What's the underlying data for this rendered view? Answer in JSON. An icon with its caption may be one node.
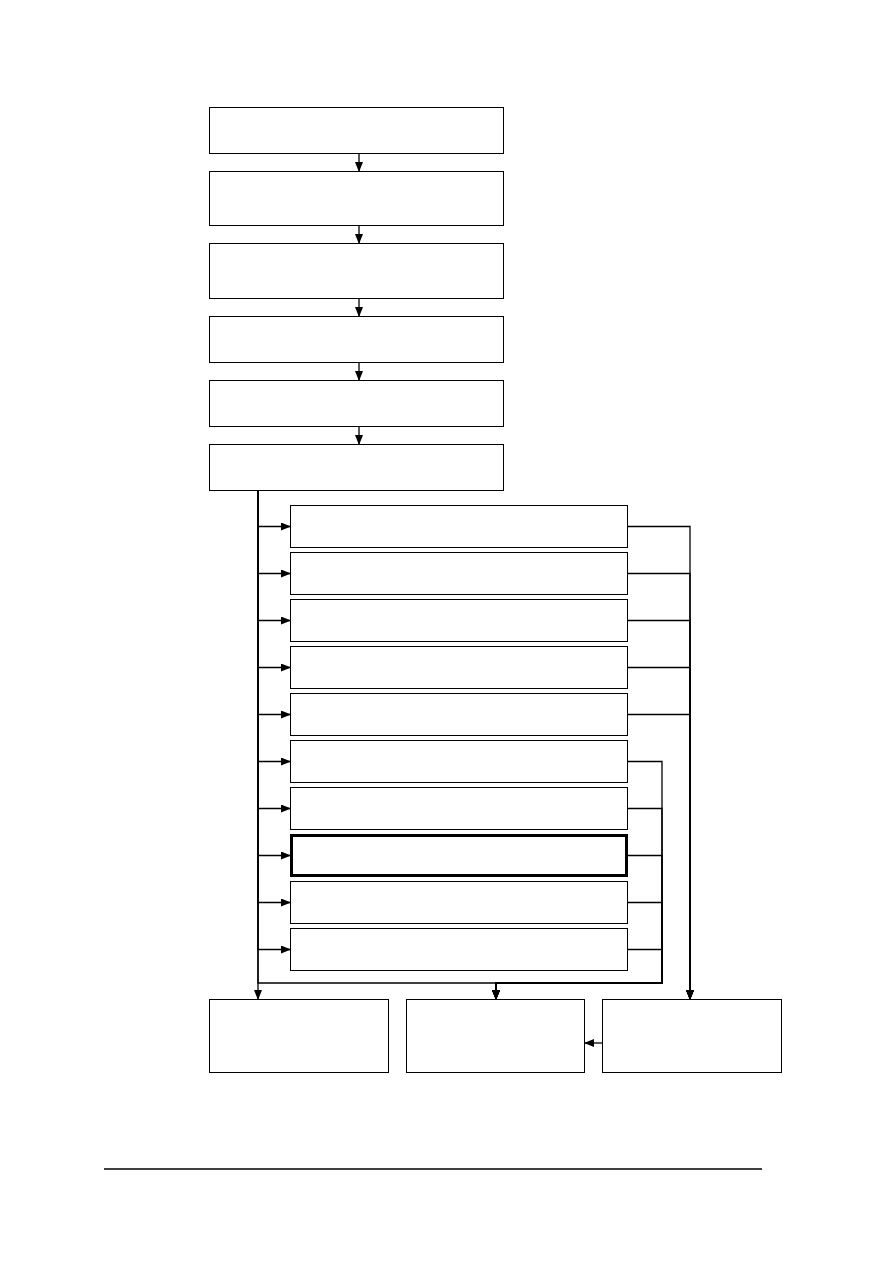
{
  "diagram": {
    "nodes": [
      {
        "text": [],
        "shape": "box"
      },
      {
        "text": [],
        "shape": "box"
      },
      {
        "text": [],
        "shape": "box"
      },
      {
        "text": [],
        "shape": "box"
      },
      {
        "text": [],
        "shape": "box"
      },
      {
        "text": [],
        "shape": "box"
      },
      {
        "text": [],
        "shape": "box"
      },
      {
        "text": [],
        "shape": "box"
      },
      {
        "text": [],
        "shape": "box"
      },
      {
        "text": [],
        "shape": "box"
      },
      {
        "text": [],
        "shape": "box"
      },
      {
        "text": [],
        "shape": "box"
      },
      {
        "text": [],
        "shape": "box"
      },
      {
        "text": [],
        "shape": "box"
      },
      {
        "text": [],
        "shape": "box"
      },
      {
        "text": [],
        "shape": "box"
      },
      {
        "text": [],
        "shape": "box"
      },
      {
        "text": [],
        "shape": "box"
      },
      {
        "text": [],
        "shape": "box"
      }
    ],
    "edges": [
      {
        "from": 0,
        "to": 1,
        "arrow": "to"
      },
      {
        "from": 1,
        "to": 2,
        "arrow": "to"
      },
      {
        "from": 2,
        "to": 3,
        "arrow": "to"
      },
      {
        "from": 3,
        "to": 4,
        "arrow": "to"
      },
      {
        "from": 4,
        "to": 5,
        "arrow": "to"
      },
      {
        "from": 5,
        "to": 6,
        "arrow": "to"
      },
      {
        "from": 5,
        "to": 7,
        "arrow": "to"
      },
      {
        "from": 5,
        "to": 8,
        "arrow": "to"
      },
      {
        "from": 5,
        "to": 9,
        "arrow": "to"
      },
      {
        "from": 5,
        "to": 10,
        "arrow": "to"
      },
      {
        "from": 5,
        "to": 11,
        "arrow": "to"
      },
      {
        "from": 5,
        "to": 12,
        "arrow": "to"
      },
      {
        "from": 5,
        "to": 13,
        "arrow": "to"
      },
      {
        "from": 5,
        "to": 14,
        "arrow": "to"
      },
      {
        "from": 5,
        "to": 15,
        "arrow": "to"
      },
      {
        "from": 5,
        "to": 16,
        "arrow": "to"
      },
      {
        "from": 5,
        "to": 17,
        "arrow": "to"
      },
      {
        "from": 6,
        "to": 18,
        "arrow": "to"
      },
      {
        "from": 7,
        "to": 18,
        "arrow": "to"
      },
      {
        "from": 8,
        "to": 18,
        "arrow": "to"
      },
      {
        "from": 9,
        "to": 18,
        "arrow": "to"
      },
      {
        "from": 10,
        "to": 18,
        "arrow": "to"
      },
      {
        "from": 11,
        "to": 17,
        "arrow": "to"
      },
      {
        "from": 12,
        "to": 17,
        "arrow": "to"
      },
      {
        "from": 13,
        "to": 17,
        "arrow": "to"
      },
      {
        "from": 14,
        "to": 17,
        "arrow": "to"
      },
      {
        "from": 15,
        "to": 17,
        "arrow": "to"
      },
      {
        "from": 18,
        "to": 17,
        "arrow": "to"
      }
    ]
  }
}
